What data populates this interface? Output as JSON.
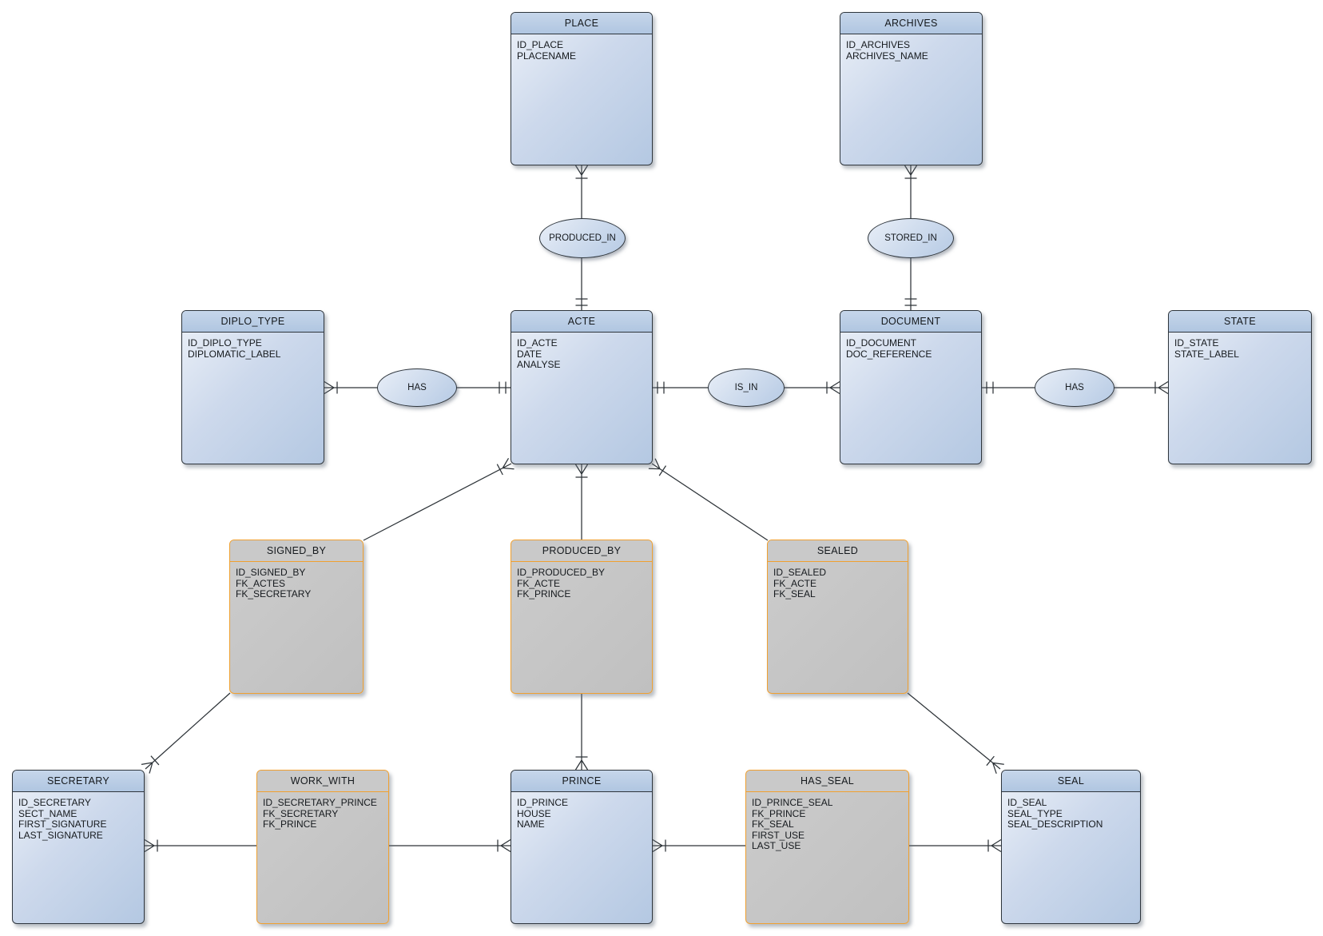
{
  "diagram": {
    "kind": "entity-relationship-diagram",
    "colors": {
      "background": "#ffffff",
      "entity_border": "#2e353c",
      "entity_fill": "#c7d5ea",
      "entity_header": "#b9cce6",
      "association_border": "#f0a030",
      "association_fill": "#c4c4c4",
      "connector_line": "#2d3338"
    }
  },
  "boxes": [
    {
      "name": "PLACE",
      "kind": "entity",
      "attributes": [
        "ID_PLACE",
        "PLACENAME"
      ]
    },
    {
      "name": "ARCHIVES",
      "kind": "entity",
      "attributes": [
        "ID_ARCHIVES",
        "ARCHIVES_NAME"
      ]
    },
    {
      "name": "DIPLO_TYPE",
      "kind": "entity",
      "attributes": [
        "ID_DIPLO_TYPE",
        "DIPLOMATIC_LABEL"
      ]
    },
    {
      "name": "ACTE",
      "kind": "entity",
      "attributes": [
        "ID_ACTE",
        "DATE",
        "ANALYSE"
      ]
    },
    {
      "name": "DOCUMENT",
      "kind": "entity",
      "attributes": [
        "ID_DOCUMENT",
        "DOC_REFERENCE"
      ]
    },
    {
      "name": "STATE",
      "kind": "entity",
      "attributes": [
        "ID_STATE",
        "STATE_LABEL"
      ]
    },
    {
      "name": "SIGNED_BY",
      "kind": "association",
      "attributes": [
        "ID_SIGNED_BY",
        "FK_ACTES",
        "FK_SECRETARY"
      ]
    },
    {
      "name": "PRODUCED_BY",
      "kind": "association",
      "attributes": [
        "ID_PRODUCED_BY",
        "FK_ACTE",
        "FK_PRINCE"
      ]
    },
    {
      "name": "SEALED",
      "kind": "association",
      "attributes": [
        "ID_SEALED",
        "FK_ACTE",
        "FK_SEAL"
      ]
    },
    {
      "name": "SECRETARY",
      "kind": "entity",
      "attributes": [
        "ID_SECRETARY",
        "SECT_NAME",
        "FIRST_SIGNATURE",
        "LAST_SIGNATURE"
      ]
    },
    {
      "name": "WORK_WITH",
      "kind": "association",
      "attributes": [
        "ID_SECRETARY_PRINCE",
        "FK_SECRETARY",
        "FK_PRINCE"
      ]
    },
    {
      "name": "PRINCE",
      "kind": "entity",
      "attributes": [
        "ID_PRINCE",
        "HOUSE",
        "NAME"
      ]
    },
    {
      "name": "HAS_SEAL",
      "kind": "association",
      "attributes": [
        "ID_PRINCE_SEAL",
        "FK_PRINCE",
        "FK_SEAL",
        "FIRST_USE",
        "LAST_USE"
      ]
    },
    {
      "name": "SEAL",
      "kind": "entity",
      "attributes": [
        "ID_SEAL",
        "SEAL_TYPE",
        "SEAL_DESCRIPTION"
      ]
    }
  ],
  "relationships": [
    {
      "label": "PRODUCED_IN"
    },
    {
      "label": "STORED_IN"
    },
    {
      "label": "HAS"
    },
    {
      "label": "IS_IN"
    },
    {
      "label": "HAS"
    }
  ],
  "connections": [
    {
      "from": "PLACE",
      "via": "PRODUCED_IN",
      "to": "ACTE",
      "from_cardinality": "many",
      "to_cardinality": "one"
    },
    {
      "from": "ARCHIVES",
      "via": "STORED_IN",
      "to": "DOCUMENT",
      "from_cardinality": "many",
      "to_cardinality": "one"
    },
    {
      "from": "DIPLO_TYPE",
      "via": "HAS",
      "to": "ACTE",
      "from_cardinality": "many",
      "to_cardinality": "one"
    },
    {
      "from": "ACTE",
      "via": "IS_IN",
      "to": "DOCUMENT",
      "from_cardinality": "one",
      "to_cardinality": "many"
    },
    {
      "from": "DOCUMENT",
      "via": "HAS",
      "to": "STATE",
      "from_cardinality": "one",
      "to_cardinality": "many"
    },
    {
      "from": "ACTE",
      "to": "SIGNED_BY",
      "from_cardinality": "many"
    },
    {
      "from": "ACTE",
      "to": "PRODUCED_BY",
      "from_cardinality": "many"
    },
    {
      "from": "ACTE",
      "to": "SEALED",
      "from_cardinality": "many"
    },
    {
      "from": "SIGNED_BY",
      "to": "SECRETARY",
      "to_cardinality": "many"
    },
    {
      "from": "PRODUCED_BY",
      "to": "PRINCE",
      "to_cardinality": "many"
    },
    {
      "from": "SEALED",
      "to": "SEAL",
      "to_cardinality": "many"
    },
    {
      "from": "SECRETARY",
      "to": "WORK_WITH",
      "from_cardinality": "many"
    },
    {
      "from": "WORK_WITH",
      "to": "PRINCE",
      "to_cardinality": "many"
    },
    {
      "from": "PRINCE",
      "to": "HAS_SEAL",
      "from_cardinality": "many"
    },
    {
      "from": "HAS_SEAL",
      "to": "SEAL",
      "to_cardinality": "many"
    }
  ]
}
